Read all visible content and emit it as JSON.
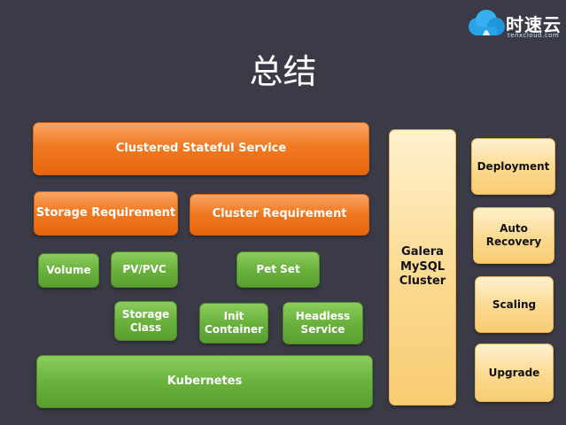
{
  "logo": {
    "brand": "时速云",
    "domain": "tenxcloud.com",
    "icon": "cloud-logo-icon",
    "color": "#2aa3e6"
  },
  "title": "总结",
  "boxes": {
    "clustered_stateful_service": "Clustered Stateful Service",
    "storage_requirement": "Storage Requirement",
    "cluster_requirement": "Cluster Requirement",
    "volume": "Volume",
    "pv_pvc": "PV/PVC",
    "pet_set": "Pet Set",
    "storage_class": [
      "Storage",
      "Class"
    ],
    "init_container": [
      "Init",
      "Container"
    ],
    "headless_service": [
      "Headless",
      "Service"
    ],
    "kubernetes": "Kubernetes",
    "galera": [
      "Galera",
      "MySQL",
      "Cluster"
    ],
    "deployment": "Deployment",
    "auto_recovery": [
      "Auto",
      "Recovery"
    ],
    "scaling": "Scaling",
    "upgrade": "Upgrade"
  },
  "colors": {
    "background": "#3b3b47",
    "orange": "#f07a22",
    "green": "#6ab23d",
    "pale": "#fbd98f"
  }
}
